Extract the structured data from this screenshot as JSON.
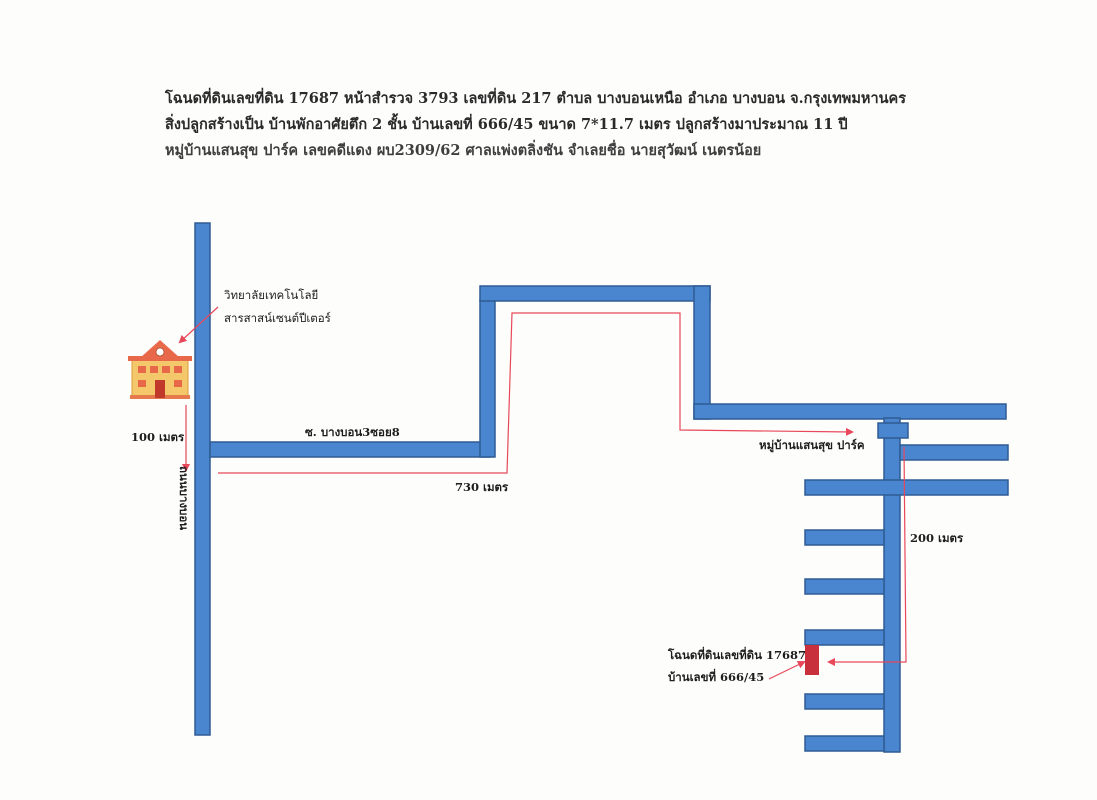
{
  "header": {
    "line1": "โฉนดที่ดินเลขที่ดิน 17687 หน้าสำรวจ 3793  เลขที่ดิน 217 ตำบล บางบอนเหนือ  อำเภอ บางบอน   จ.กรุงเทพมหานคร",
    "line2": "สิ่งปลูกสร้างเป็น บ้านพักอาศัยตึก 2 ชั้น บ้านเลขที่ 666/45 ขนาด 7*11.7 เมตร ปลูกสร้างมาประมาณ 11 ปี",
    "line3": "หมู่บ้านแสนสุข ปาร์ค    เลขคดีแดง ผบ2309/62  ศาลแพ่งตลิ่งชัน  จำเลยชื่อ นายสุวัฒน์ เนตรน้อย"
  },
  "map": {
    "college_line1": "วิทยาลัยเทคโนโลยี",
    "college_line2": "สารสาสน์เซนต์ปีเตอร์",
    "dist_college": "100 เมตร",
    "main_road": "ถนนบางบอน",
    "soi_label": "ซ. บางบอน3ซอย8",
    "dist_soi": "730 เมตร",
    "village": "หมู่บ้านแสนสุข ปาร์ค",
    "dist_village": "200 เมตร",
    "plot_line1": "โฉนดที่ดินเลขที่ดิน 17687",
    "plot_line2": "บ้านเลขที่ 666/45"
  },
  "colors": {
    "road_fill": "#4a86d0",
    "road_stroke": "#2f5c93",
    "route_line": "#e8485a",
    "plot": "#c8303c"
  }
}
